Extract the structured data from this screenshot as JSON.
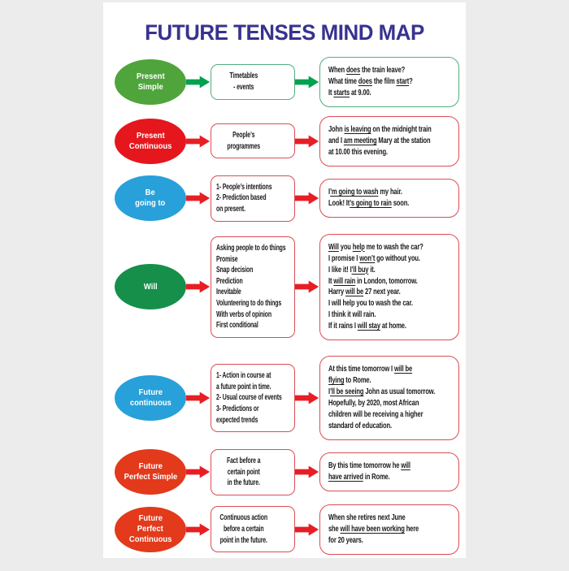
{
  "page": {
    "title": "FUTURE TENSES MIND MAP",
    "title_color": "#37338f",
    "background_color": "#ececec",
    "card_color": "#ffffff",
    "text_color": "#1a1a1a"
  },
  "rows": [
    {
      "id": "present-simple",
      "tense": [
        "Present",
        "Simple"
      ],
      "oval_color": "#4fa53c",
      "arrow_color": "#00a14f",
      "border_color": "#55ac7e",
      "usage_align": "center",
      "usage": [
        "Timetables",
        "- events"
      ],
      "examples": [
        [
          [
            "When ",
            0
          ],
          [
            "does",
            1
          ],
          [
            " the train leave?",
            0
          ]
        ],
        [
          [
            "What time ",
            0
          ],
          [
            "does",
            1
          ],
          [
            " the film ",
            0
          ],
          [
            "start",
            1
          ],
          [
            "?",
            0
          ]
        ],
        [
          [
            "It ",
            0
          ],
          [
            "starts",
            1
          ],
          [
            " at 9.00.",
            0
          ]
        ]
      ]
    },
    {
      "id": "present-continuous",
      "tense": [
        "Present",
        "Continuous"
      ],
      "oval_color": "#e6161d",
      "arrow_color": "#e81e25",
      "border_color": "#d94e55",
      "usage_align": "center",
      "usage": [
        "People’s",
        "programmes"
      ],
      "examples": [
        [
          [
            "John ",
            0
          ],
          [
            "is leaving",
            1
          ],
          [
            " on the midnight train",
            0
          ]
        ],
        [
          [
            "and I ",
            0
          ],
          [
            "am meeting",
            1
          ],
          [
            " Mary at the station",
            0
          ]
        ],
        [
          [
            "at 10.00 this evening.",
            0
          ]
        ]
      ]
    },
    {
      "id": "be-going-to",
      "tense": [
        "Be",
        "going to"
      ],
      "oval_color": "#28a0d9",
      "arrow_color": "#e81e25",
      "border_color": "#d94e55",
      "usage_align": "left",
      "usage": [
        "1- People’s intentions",
        "2- Prediction based",
        "on present."
      ],
      "examples": [
        [
          [
            "I",
            0
          ],
          [
            "’m going to wash",
            1
          ],
          [
            " my hair.",
            0
          ]
        ],
        [
          [
            "Look! It",
            0
          ],
          [
            "’s going to rain",
            1
          ],
          [
            " soon.",
            0
          ]
        ]
      ]
    },
    {
      "id": "will",
      "tense": [
        "Will"
      ],
      "oval_color": "#168f4b",
      "arrow_color": "#e81e25",
      "border_color": "#d94e55",
      "usage_align": "left",
      "usage": [
        "Asking people to do things",
        "Promise",
        "Snap decision",
        "Prediction",
        "Inevitable",
        "Volunteering to do things",
        "With verbs of opinion",
        "First conditional"
      ],
      "examples": [
        [
          [
            "Will",
            1
          ],
          [
            " you ",
            0
          ],
          [
            "help",
            1
          ],
          [
            " me to wash the car?",
            0
          ]
        ],
        [
          [
            "I promise I ",
            0
          ],
          [
            "won’t",
            1
          ],
          [
            " go without you.",
            0
          ]
        ],
        [
          [
            "I like it! I",
            0
          ],
          [
            "’ll buy",
            1
          ],
          [
            " it.",
            0
          ]
        ],
        [
          [
            "It ",
            0
          ],
          [
            "will rain",
            1
          ],
          [
            " in London, tomorrow.",
            0
          ]
        ],
        [
          [
            "Harry ",
            0
          ],
          [
            "will be",
            1
          ],
          [
            " 27 next year.",
            0
          ]
        ],
        [
          [
            "I will help you to wash the car.",
            0
          ]
        ],
        [
          [
            "I think it will rain.",
            0
          ]
        ],
        [
          [
            "If it rains I ",
            0
          ],
          [
            "will stay",
            1
          ],
          [
            " at home.",
            0
          ]
        ]
      ]
    },
    {
      "id": "future-continuous",
      "tense": [
        "Future",
        "continuous"
      ],
      "oval_color": "#28a0d9",
      "arrow_color": "#e81e25",
      "border_color": "#d94e55",
      "usage_align": "left",
      "usage": [
        "1- Action in course at",
        "a future point in time.",
        "2- Usual course of events",
        "3- Predictions or",
        "expected trends"
      ],
      "examples": [
        [
          [
            "At this time tomorrow I ",
            0
          ],
          [
            "will be",
            1
          ]
        ],
        [
          [
            "flying",
            1
          ],
          [
            " to Rome.",
            0
          ]
        ],
        [
          [
            "I",
            0
          ],
          [
            "’ll be seeing",
            1
          ],
          [
            " John as usual tomorrow.",
            0
          ]
        ],
        [
          [
            "Hopefully, by 2020, most African",
            0
          ]
        ],
        [
          [
            "children will be receiving a higher",
            0
          ]
        ],
        [
          [
            "standard of education.",
            0
          ]
        ]
      ]
    },
    {
      "id": "future-perfect-simple",
      "tense": [
        "Future",
        "Perfect Simple"
      ],
      "oval_color": "#e23a1b",
      "arrow_color": "#e81e25",
      "border_color": "#d94e55",
      "usage_align": "center",
      "usage": [
        "Fact before a",
        "certain point",
        "in the future."
      ],
      "examples": [
        [
          [
            "By this time tomorrow he ",
            0
          ],
          [
            "will",
            1
          ]
        ],
        [
          [
            "have arrived",
            1
          ],
          [
            " in Rome.",
            0
          ]
        ]
      ]
    },
    {
      "id": "future-perfect-continuous",
      "tense": [
        "Future",
        "Perfect",
        "Continuous"
      ],
      "oval_color": "#e23a1b",
      "arrow_color": "#e81e25",
      "border_color": "#d94e55",
      "usage_align": "center",
      "usage": [
        "Continuous action",
        "before a certain",
        "point in the future."
      ],
      "examples": [
        [
          [
            "When she retires next June",
            0
          ]
        ],
        [
          [
            "she ",
            0
          ],
          [
            "will have been working",
            1
          ],
          [
            " here",
            0
          ]
        ],
        [
          [
            "for 20 years.",
            0
          ]
        ]
      ]
    }
  ]
}
